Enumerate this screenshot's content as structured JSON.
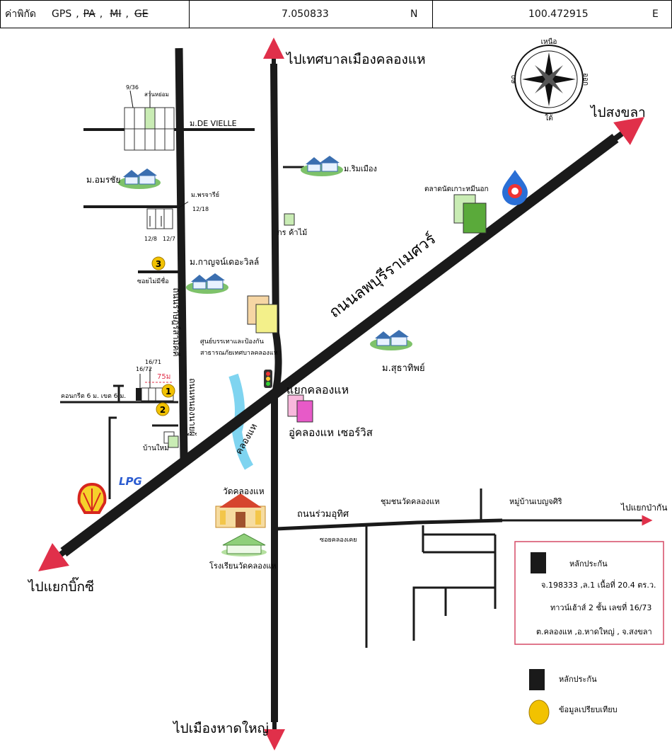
{
  "header": {
    "label": "ค่าพิกัด",
    "gps": "GPS",
    "pa": "PA",
    "mi": "MI",
    "ge": "GE",
    "lat": "7.050833",
    "lat_dir": "N",
    "lon": "100.472915",
    "lon_dir": "E"
  },
  "compass": {
    "north": "เหนือ",
    "south": "ใต้",
    "east": "ออก",
    "west": "ตก"
  },
  "directions": {
    "to_khlong_hae_municipality": "ไปเทศบาลเมืองคลองแห",
    "to_songkhla": "ไปสงขลา",
    "to_big_c": "ไปแยกบิ๊กซี",
    "to_hat_yai": "ไปเมืองหาดใหญ่",
    "to_pa_kan": "ไปแยกป่ากัน"
  },
  "roads": {
    "main": "ถนนลพบุรีราเมศวร์",
    "west_road": "ถนนราษฎร์สามัคคี",
    "west_road2": "ถนนหนองนายผู้",
    "ruam_uthit": "ถนนร่วมอุทิศ",
    "khlong_hae_canal": "คลองแห",
    "soi_khlong_khoei": "ซอยคลองเคย",
    "soi_mai_mi_chue": "ซอยไม่มีชื่อ",
    "concrete": "คอนกรีต 6 ม. เขต 6 ม."
  },
  "places": {
    "de_vielle": "ม.DE VIELLE",
    "amornchai": "ม.อมรชัย",
    "riverside": "ม.ริมเมือง",
    "pornchari": "ม.พรจารีย์",
    "kanchana": "ม.กาญจน์เดอะวิลล์",
    "wood_shop": "กร ค้าไม้",
    "market": "ตลาดนัดเกาะหมีนอก",
    "disaster_center": "ศูนย์บรรเทาและป้องกัน",
    "disaster_center2": "สาธารณภัยเทศบาลคลองแห",
    "sutthiphon": "ม.สุธาทิพย์",
    "khlong_hae_junction": "แยกคลองแห",
    "service_shop": "อู่คลองแห เซอร์วิส",
    "ban_mai": "บ้านใหม่",
    "lpg": "LPG",
    "wat": "วัดคลองแห",
    "school": "โรงเรียนวัดคลองแห",
    "community": "ชุมชนวัดคลองแห",
    "benjasiri": "หมู่บ้านเบญจศิริ",
    "suan_ya": "สวนหย่อม"
  },
  "plots": {
    "p936": "9/36",
    "p1218": "12/18",
    "p128": "12/8",
    "p127": "12/7",
    "p1672": "16/72",
    "p1671": "16/71",
    "dist": "75ม"
  },
  "markers": {
    "m1": "1",
    "m2": "2",
    "m3": "3"
  },
  "info_box": {
    "title": "หลักประกัน",
    "line1": "จ.198333 ,ล.1 เนื้อที่ 20.4 ตร.ว.",
    "line2": "ทาวน์เฮ้าส์ 2 ชั้น เลขที่ 16/73",
    "line3": "ต.คลองแห ,อ.หาดใหญ่ , จ.สงขลา"
  },
  "legend": {
    "collateral": "หลักประกัน",
    "comparison": "ข้อมูลเปรียบเทียบ"
  },
  "colors": {
    "road": "#1a1a1a",
    "arrow": "#e0304a",
    "canal": "#7fd4f0",
    "marker": "#f2c200",
    "green_block": "#5aaa3a",
    "light_green": "#c9ecb4",
    "yellow_block": "#f3f08a",
    "orange_block": "#f6d6a4",
    "pink_block": "#f38fc8",
    "magenta_block": "#e75ac8",
    "box_border": "#d64a66"
  }
}
